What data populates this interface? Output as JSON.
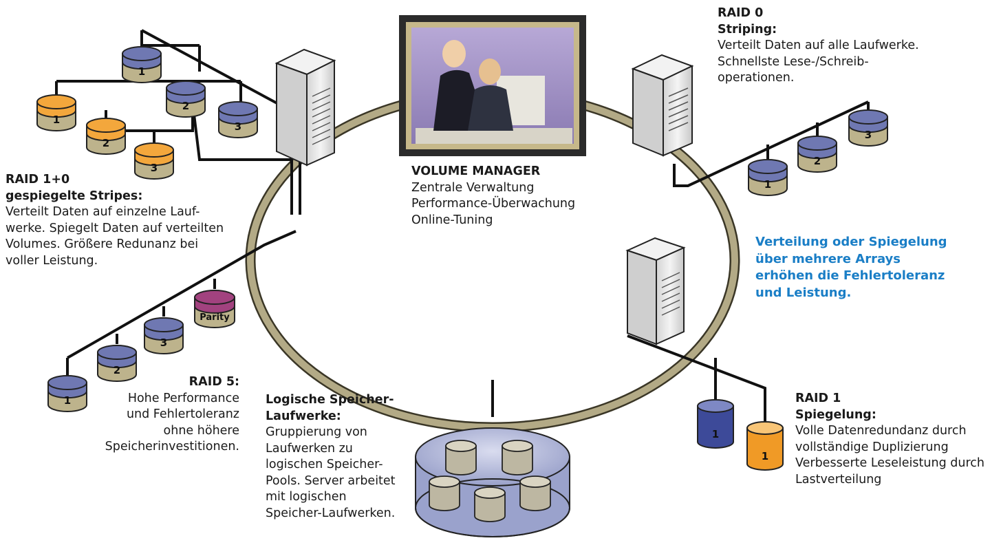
{
  "volume_manager": {
    "title": "VOLUME MANAGER",
    "lines": [
      "Zentrale Verwaltung",
      "Performance-Überwachung",
      "Online-Tuning"
    ]
  },
  "raid0": {
    "title": "RAID 0",
    "subtitle": "Striping:",
    "lines": [
      "Verteilt Daten auf alle Laufwerke.",
      "Schnellste Lese-/Schreib-",
      "operationen."
    ],
    "disks": [
      "1",
      "2",
      "3"
    ]
  },
  "raid10": {
    "title": "RAID 1+0",
    "subtitle": "gespiegelte Stripes:",
    "lines": [
      "Verteilt Daten auf einzelne Lauf-",
      "werke. Spiegelt Daten auf verteilten",
      "Volumes. Größere Redunanz bei",
      "voller Leistung."
    ],
    "disks_blue": [
      "1",
      "2",
      "3"
    ],
    "disks_orange": [
      "1",
      "2",
      "3"
    ]
  },
  "raid5": {
    "title": "RAID 5:",
    "lines": [
      "Hohe Performance",
      "und Fehlertoleranz",
      "ohne höhere",
      "Speicherinvestitionen."
    ],
    "disks": [
      "1",
      "2",
      "3"
    ],
    "parity_label": "Parity"
  },
  "raid1": {
    "title": "RAID 1",
    "subtitle": "Spiegelung:",
    "lines": [
      "Volle Datenredundanz durch",
      "vollständige Duplizierung",
      "Verbesserte Leseleistung durch",
      "Lastverteilung"
    ],
    "disks": [
      "1",
      "1"
    ]
  },
  "logical": {
    "title_lines": [
      "Logische Speicher-",
      "Laufwerke:"
    ],
    "lines": [
      "Gruppierung von",
      "Laufwerken zu",
      "logischen Speicher-",
      "Pools. Server arbeitet",
      "mit logischen",
      "Speicher-Laufwerken."
    ]
  },
  "callout": {
    "lines": [
      "Verteilung oder Spiegelung",
      "über mehrere Arrays",
      "erhöhen die Fehlertoleranz",
      "und Leistung."
    ]
  },
  "colors": {
    "disk_blue": "#6f78b2",
    "disk_orange": "#f3a73c",
    "disk_tan": "#bdb38c",
    "disk_purple": "#a2427f",
    "ring": "#a89f7b",
    "callout": "#1a7ec6"
  }
}
